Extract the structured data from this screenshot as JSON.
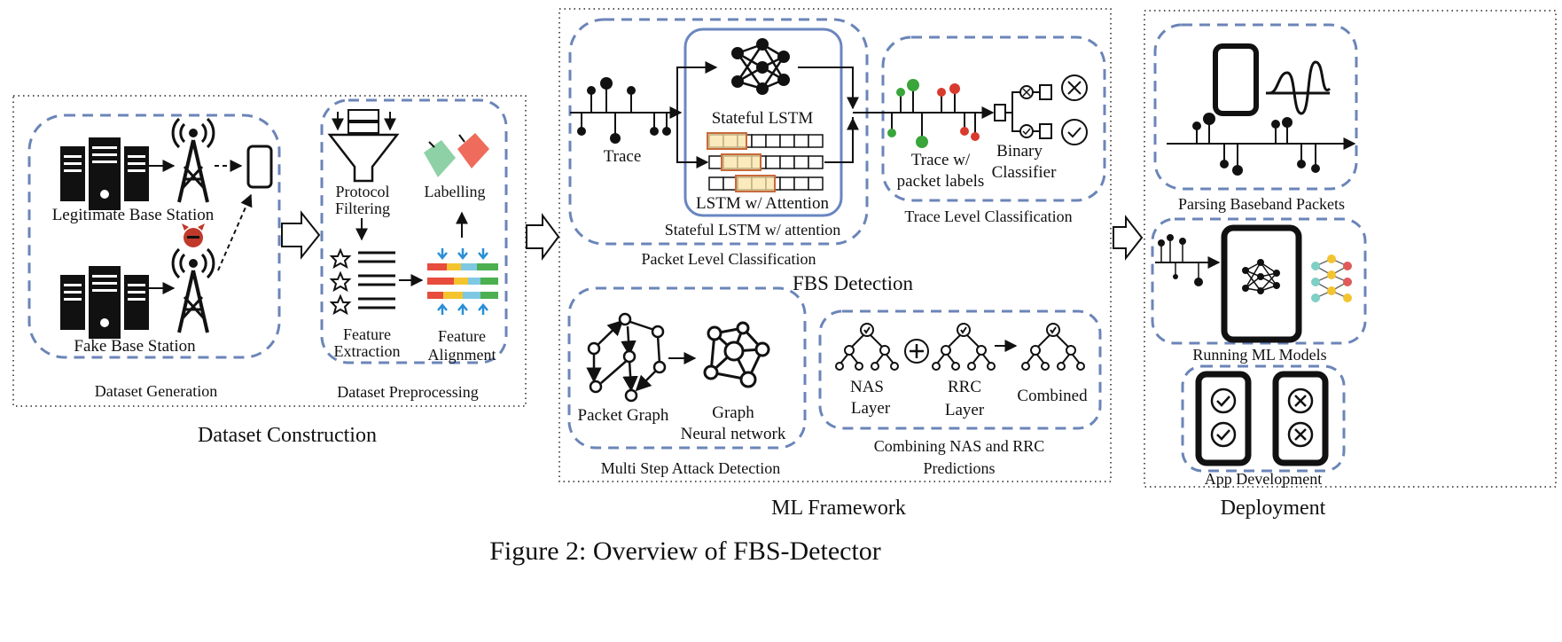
{
  "caption": "Figure 2: Overview of FBS-Detector",
  "dataset_construction": {
    "title": "Dataset Construction",
    "generation": {
      "title": "Dataset Generation",
      "legit_label": "Legitimate Base Station",
      "fake_label": "Fake Base Station"
    },
    "preprocessing": {
      "title": "Dataset Preprocessing",
      "protocol_filtering_1": "Protocol",
      "protocol_filtering_2": "Filtering",
      "labelling": "Labelling",
      "feature_extraction_1": "Feature",
      "feature_extraction_2": "Extraction",
      "feature_alignment_1": "Feature",
      "feature_alignment_2": "Alignment"
    }
  },
  "ml_framework": {
    "title": "ML Framework",
    "fbs_detection": "FBS Detection",
    "packet_level": {
      "title": "Packet Level Classification",
      "trace": "Trace",
      "stateful_lstm": "Stateful LSTM",
      "lstm_attention": "LSTM w/ Attention",
      "stateful_lstm_attention": "Stateful LSTM w/ attention"
    },
    "trace_level": {
      "title": "Trace Level Classification",
      "trace_labels_1": "Trace w/",
      "trace_labels_2": "packet labels",
      "binary_1": "Binary",
      "binary_2": "Classifier"
    },
    "multi_step": {
      "title": "Multi Step Attack Detection",
      "packet_graph": "Packet Graph",
      "gnn_1": "Graph",
      "gnn_2": "Neural network"
    },
    "combining": {
      "title_1": "Combining NAS and RRC",
      "title_2": "Predictions",
      "nas_1": "NAS",
      "nas_2": "Layer",
      "rrc_1": "RRC",
      "rrc_2": "Layer",
      "combined": "Combined"
    }
  },
  "deployment": {
    "title": "Deployment",
    "parsing": "Parsing Baseband Packets",
    "running": "Running ML Models",
    "app": "App Development"
  },
  "colors": {
    "dash_blue": "#6b85b8",
    "lstm_border": "#6a86c0",
    "green": "#3aa53a",
    "red": "#d83a2e",
    "cell_fill": "#f8e3a6",
    "cell_border": "#c96a3a"
  }
}
